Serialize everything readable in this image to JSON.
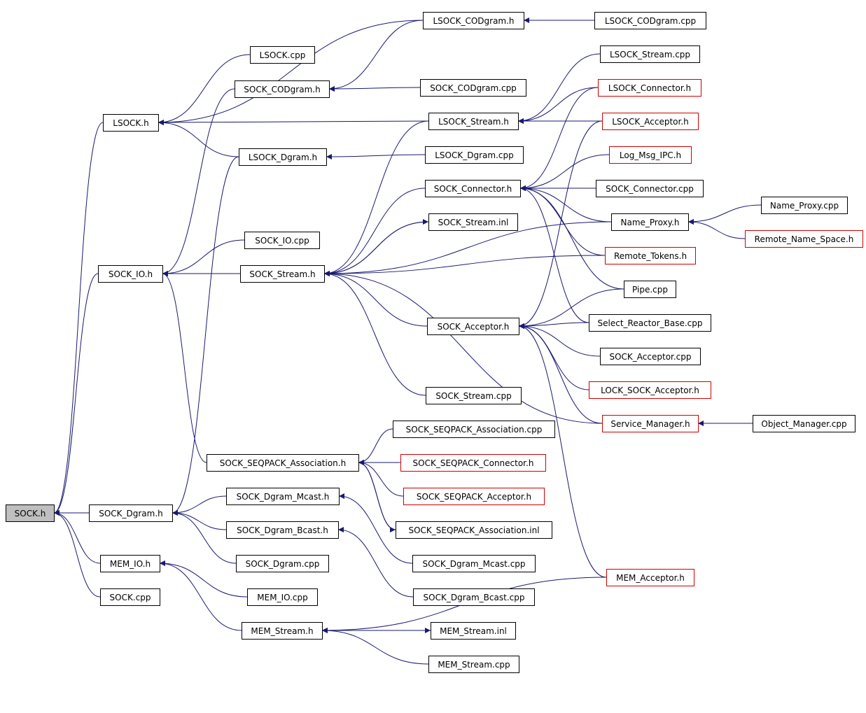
{
  "colors": {
    "edge": "#191970",
    "node_border": "#000000",
    "node_border_highlight": "#d00000",
    "root_fill": "#bfbfbf"
  },
  "nodes": {
    "SOCK_h": {
      "label": "SOCK.h",
      "style": "root"
    },
    "LSOCK_h": {
      "label": "LSOCK.h"
    },
    "SOCK_IO_h": {
      "label": "SOCK_IO.h"
    },
    "SOCK_Dgram_h": {
      "label": "SOCK_Dgram.h"
    },
    "MEM_IO_h": {
      "label": "MEM_IO.h"
    },
    "SOCK_cpp": {
      "label": "SOCK.cpp"
    },
    "LSOCK_CODgram_h": {
      "label": "LSOCK_CODgram.h"
    },
    "LSOCK_cpp": {
      "label": "LSOCK.cpp"
    },
    "SOCK_CODgram_h": {
      "label": "SOCK_CODgram.h"
    },
    "LSOCK_Dgram_h": {
      "label": "LSOCK_Dgram.h"
    },
    "SOCK_IO_cpp": {
      "label": "SOCK_IO.cpp"
    },
    "SOCK_Stream_h": {
      "label": "SOCK_Stream.h"
    },
    "SOCK_SEQPACK_Association_h": {
      "label": "SOCK_SEQPACK_Association.h"
    },
    "SOCK_Dgram_Mcast_h": {
      "label": "SOCK_Dgram_Mcast.h"
    },
    "SOCK_Dgram_Bcast_h": {
      "label": "SOCK_Dgram_Bcast.h"
    },
    "SOCK_Dgram_cpp": {
      "label": "SOCK_Dgram.cpp"
    },
    "MEM_IO_cpp": {
      "label": "MEM_IO.cpp"
    },
    "MEM_Stream_h": {
      "label": "MEM_Stream.h"
    },
    "LSOCK_CODgram_cpp": {
      "label": "LSOCK_CODgram.cpp"
    },
    "SOCK_CODgram_cpp": {
      "label": "SOCK_CODgram.cpp"
    },
    "LSOCK_Stream_h": {
      "label": "LSOCK_Stream.h"
    },
    "LSOCK_Dgram_cpp": {
      "label": "LSOCK_Dgram.cpp"
    },
    "SOCK_Connector_h": {
      "label": "SOCK_Connector.h"
    },
    "SOCK_Stream_inl": {
      "label": "SOCK_Stream.inl"
    },
    "SOCK_Acceptor_h": {
      "label": "SOCK_Acceptor.h"
    },
    "SOCK_Stream_cpp": {
      "label": "SOCK_Stream.cpp"
    },
    "SOCK_SEQPACK_Association_cpp": {
      "label": "SOCK_SEQPACK_Association.cpp"
    },
    "SOCK_SEQPACK_Connector_h": {
      "label": "SOCK_SEQPACK_Connector.h",
      "style": "red"
    },
    "SOCK_SEQPACK_Acceptor_h": {
      "label": "SOCK_SEQPACK_Acceptor.h",
      "style": "red"
    },
    "SOCK_SEQPACK_Association_inl": {
      "label": "SOCK_SEQPACK_Association.inl"
    },
    "SOCK_Dgram_Mcast_cpp": {
      "label": "SOCK_Dgram_Mcast.cpp"
    },
    "SOCK_Dgram_Bcast_cpp": {
      "label": "SOCK_Dgram_Bcast.cpp"
    },
    "MEM_Stream_inl": {
      "label": "MEM_Stream.inl"
    },
    "MEM_Stream_cpp": {
      "label": "MEM_Stream.cpp"
    },
    "LSOCK_Stream_cpp": {
      "label": "LSOCK_Stream.cpp"
    },
    "LSOCK_Connector_h": {
      "label": "LSOCK_Connector.h",
      "style": "red"
    },
    "LSOCK_Acceptor_h": {
      "label": "LSOCK_Acceptor.h",
      "style": "red"
    },
    "Log_Msg_IPC_h": {
      "label": "Log_Msg_IPC.h",
      "style": "red"
    },
    "SOCK_Connector_cpp": {
      "label": "SOCK_Connector.cpp"
    },
    "Name_Proxy_h": {
      "label": "Name_Proxy.h"
    },
    "Remote_Tokens_h": {
      "label": "Remote_Tokens.h",
      "style": "red"
    },
    "Pipe_cpp": {
      "label": "Pipe.cpp"
    },
    "Select_Reactor_Base_cpp": {
      "label": "Select_Reactor_Base.cpp"
    },
    "SOCK_Acceptor_cpp": {
      "label": "SOCK_Acceptor.cpp"
    },
    "LOCK_SOCK_Acceptor_h": {
      "label": "LOCK_SOCK_Acceptor.h",
      "style": "red"
    },
    "Service_Manager_h": {
      "label": "Service_Manager.h",
      "style": "red"
    },
    "MEM_Acceptor_h": {
      "label": "MEM_Acceptor.h",
      "style": "red"
    },
    "Name_Proxy_cpp": {
      "label": "Name_Proxy.cpp"
    },
    "Remote_Name_Space_h": {
      "label": "Remote_Name_Space.h",
      "style": "red"
    },
    "Object_Manager_cpp": {
      "label": "Object_Manager.cpp"
    }
  },
  "edges": [
    {
      "from": "LSOCK_h",
      "to": "SOCK_h"
    },
    {
      "from": "SOCK_IO_h",
      "to": "SOCK_h"
    },
    {
      "from": "SOCK_Dgram_h",
      "to": "SOCK_h"
    },
    {
      "from": "MEM_IO_h",
      "to": "SOCK_h"
    },
    {
      "from": "SOCK_cpp",
      "to": "SOCK_h"
    },
    {
      "from": "LSOCK_CODgram_h",
      "to": "LSOCK_h"
    },
    {
      "from": "LSOCK_cpp",
      "to": "LSOCK_h"
    },
    {
      "from": "LSOCK_Stream_h",
      "to": "LSOCK_h"
    },
    {
      "from": "LSOCK_Dgram_h",
      "to": "LSOCK_h"
    },
    {
      "from": "LSOCK_CODgram_cpp",
      "to": "LSOCK_CODgram_h"
    },
    {
      "from": "LSOCK_CODgram_h",
      "to": "SOCK_CODgram_h"
    },
    {
      "from": "SOCK_CODgram_cpp",
      "to": "SOCK_CODgram_h"
    },
    {
      "from": "SOCK_CODgram_h",
      "to": "SOCK_IO_h"
    },
    {
      "from": "LSOCK_Dgram_cpp",
      "to": "LSOCK_Dgram_h"
    },
    {
      "from": "LSOCK_Dgram_h",
      "to": "SOCK_Dgram_h"
    },
    {
      "from": "SOCK_IO_cpp",
      "to": "SOCK_IO_h"
    },
    {
      "from": "SOCK_Stream_h",
      "to": "SOCK_IO_h"
    },
    {
      "from": "SOCK_SEQPACK_Association_h",
      "to": "SOCK_IO_h"
    },
    {
      "from": "SOCK_Dgram_Mcast_h",
      "to": "SOCK_Dgram_h"
    },
    {
      "from": "SOCK_Dgram_Bcast_h",
      "to": "SOCK_Dgram_h"
    },
    {
      "from": "SOCK_Dgram_cpp",
      "to": "SOCK_Dgram_h"
    },
    {
      "from": "MEM_IO_cpp",
      "to": "MEM_IO_h"
    },
    {
      "from": "MEM_Stream_h",
      "to": "MEM_IO_h"
    },
    {
      "from": "LSOCK_Stream_cpp",
      "to": "LSOCK_Stream_h"
    },
    {
      "from": "LSOCK_Connector_h",
      "to": "LSOCK_Stream_h"
    },
    {
      "from": "LSOCK_Acceptor_h",
      "to": "LSOCK_Stream_h"
    },
    {
      "from": "LSOCK_Stream_h",
      "to": "SOCK_Stream_h"
    },
    {
      "from": "LSOCK_Connector_h",
      "to": "SOCK_Connector_h"
    },
    {
      "from": "Log_Msg_IPC_h",
      "to": "SOCK_Connector_h"
    },
    {
      "from": "SOCK_Connector_cpp",
      "to": "SOCK_Connector_h"
    },
    {
      "from": "Name_Proxy_h",
      "to": "SOCK_Connector_h"
    },
    {
      "from": "Remote_Tokens_h",
      "to": "SOCK_Connector_h"
    },
    {
      "from": "Pipe_cpp",
      "to": "SOCK_Connector_h"
    },
    {
      "from": "Select_Reactor_Base_cpp",
      "to": "SOCK_Connector_h"
    },
    {
      "from": "SOCK_Connector_h",
      "to": "SOCK_Stream_h"
    },
    {
      "from": "SOCK_Stream_h",
      "to": "SOCK_Stream_inl"
    },
    {
      "from": "SOCK_Stream_inl",
      "to": "SOCK_Stream_h"
    },
    {
      "from": "Name_Proxy_h",
      "to": "SOCK_Stream_h"
    },
    {
      "from": "Remote_Tokens_h",
      "to": "SOCK_Stream_h"
    },
    {
      "from": "SOCK_Acceptor_h",
      "to": "SOCK_Stream_h"
    },
    {
      "from": "SOCK_Stream_cpp",
      "to": "SOCK_Stream_h"
    },
    {
      "from": "Service_Manager_h",
      "to": "SOCK_Stream_h"
    },
    {
      "from": "LSOCK_Acceptor_h",
      "to": "SOCK_Acceptor_h"
    },
    {
      "from": "Pipe_cpp",
      "to": "SOCK_Acceptor_h"
    },
    {
      "from": "Select_Reactor_Base_cpp",
      "to": "SOCK_Acceptor_h"
    },
    {
      "from": "SOCK_Acceptor_cpp",
      "to": "SOCK_Acceptor_h"
    },
    {
      "from": "LOCK_SOCK_Acceptor_h",
      "to": "SOCK_Acceptor_h"
    },
    {
      "from": "Service_Manager_h",
      "to": "SOCK_Acceptor_h"
    },
    {
      "from": "MEM_Acceptor_h",
      "to": "SOCK_Acceptor_h"
    },
    {
      "from": "Name_Proxy_cpp",
      "to": "Name_Proxy_h"
    },
    {
      "from": "Remote_Name_Space_h",
      "to": "Name_Proxy_h"
    },
    {
      "from": "Object_Manager_cpp",
      "to": "Service_Manager_h"
    },
    {
      "from": "SOCK_SEQPACK_Association_cpp",
      "to": "SOCK_SEQPACK_Association_h"
    },
    {
      "from": "SOCK_SEQPACK_Connector_h",
      "to": "SOCK_SEQPACK_Association_h"
    },
    {
      "from": "SOCK_SEQPACK_Acceptor_h",
      "to": "SOCK_SEQPACK_Association_h"
    },
    {
      "from": "SOCK_SEQPACK_Association_h",
      "to": "SOCK_SEQPACK_Association_inl"
    },
    {
      "from": "SOCK_SEQPACK_Association_inl",
      "to": "SOCK_SEQPACK_Association_h"
    },
    {
      "from": "SOCK_Dgram_Mcast_cpp",
      "to": "SOCK_Dgram_Mcast_h"
    },
    {
      "from": "SOCK_Dgram_Bcast_cpp",
      "to": "SOCK_Dgram_Bcast_h"
    },
    {
      "from": "MEM_Stream_h",
      "to": "MEM_Stream_inl"
    },
    {
      "from": "MEM_Stream_inl",
      "to": "MEM_Stream_h"
    },
    {
      "from": "MEM_Stream_cpp",
      "to": "MEM_Stream_h"
    },
    {
      "from": "MEM_Acceptor_h",
      "to": "MEM_Stream_h"
    }
  ]
}
